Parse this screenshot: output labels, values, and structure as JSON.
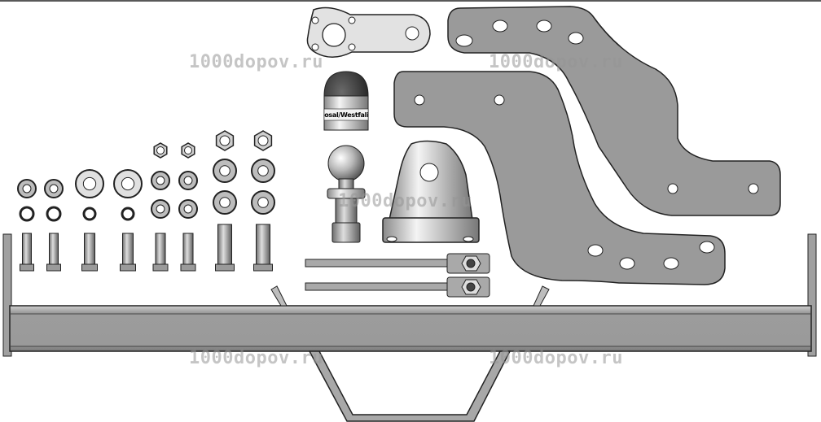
{
  "image": {
    "subject": "towbar-kit-parts",
    "background": "#ffffff",
    "part_fill": "#a6a6a6",
    "bracket_fill": "#999999",
    "outline": "#222222"
  },
  "watermarks": [
    {
      "text": "1000dopov.ru"
    },
    {
      "text": "1000dopov.ru"
    },
    {
      "text": "1000dopov.ru"
    },
    {
      "text": "1000dopov.ru"
    },
    {
      "text": "1000dopov.ru"
    }
  ],
  "ball_cap": {
    "brand_text": "Bosal/Westfalia",
    "color": "#2e2e2e"
  }
}
